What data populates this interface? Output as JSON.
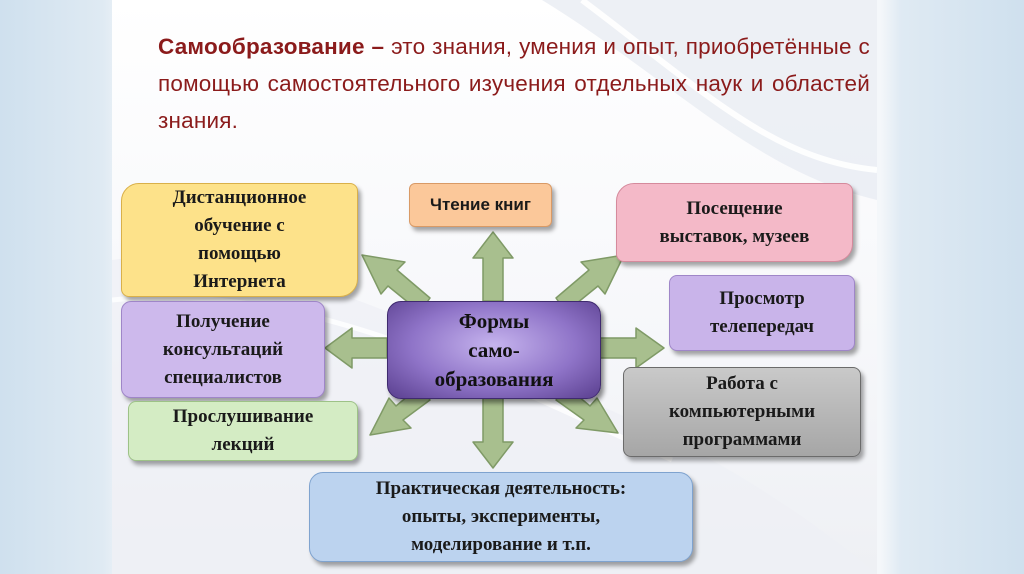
{
  "title": {
    "term": "Самообразование",
    "dash": " – ",
    "definition": "это знания, умения и опыт, приобретённые с помощью самостоятельного изучения отдельных наук и областей знания."
  },
  "center": {
    "label": "Формы\nсамо-\nобразования"
  },
  "forms": {
    "distance": "Дистанционное\nобучение с\nпомощью\nИнтернета",
    "reading": "Чтение книг",
    "visits": "Посещение\nвыставок, музеев",
    "consultations": "Получение\nконсультаций\nспециалистов",
    "tv": "Просмотр\nтелепередач",
    "lectures": "Прослушивание\nлекций",
    "computer": "Работа с\nкомпьютерными\nпрограммами",
    "practice": "Практическая деятельность:\nопыты, эксперименты,\nмоделирование и т.п."
  },
  "colors": {
    "title": "#8b1b1b",
    "arrow_fill": "#a8bf8e",
    "arrow_stroke": "#7f9a66"
  }
}
